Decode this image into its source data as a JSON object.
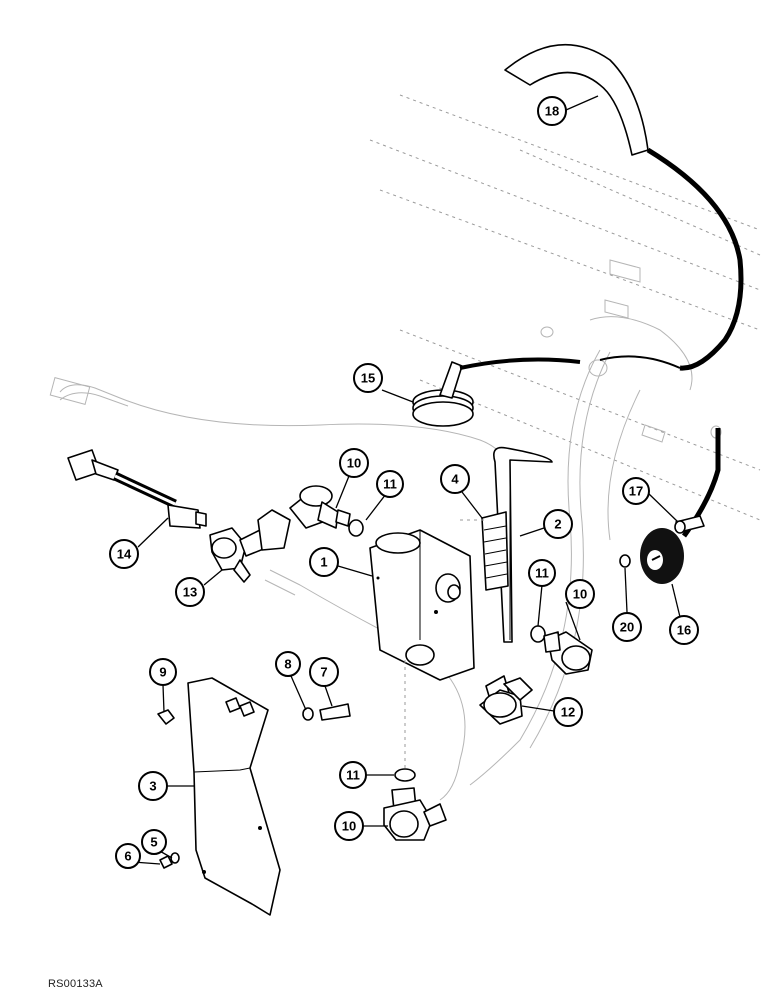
{
  "callouts": [
    {
      "id": "1",
      "label": "1"
    },
    {
      "id": "2",
      "label": "2"
    },
    {
      "id": "3",
      "label": "3"
    },
    {
      "id": "4",
      "label": "4"
    },
    {
      "id": "5",
      "label": "5"
    },
    {
      "id": "6",
      "label": "6"
    },
    {
      "id": "7",
      "label": "7"
    },
    {
      "id": "8",
      "label": "8"
    },
    {
      "id": "9",
      "label": "9"
    },
    {
      "id": "10a",
      "label": "10"
    },
    {
      "id": "10b",
      "label": "10"
    },
    {
      "id": "10c",
      "label": "10"
    },
    {
      "id": "11a",
      "label": "11"
    },
    {
      "id": "11b",
      "label": "11"
    },
    {
      "id": "11c",
      "label": "11"
    },
    {
      "id": "12",
      "label": "12"
    },
    {
      "id": "13",
      "label": "13"
    },
    {
      "id": "14",
      "label": "14"
    },
    {
      "id": "15",
      "label": "15"
    },
    {
      "id": "16",
      "label": "16"
    },
    {
      "id": "17",
      "label": "17"
    },
    {
      "id": "18",
      "label": "18"
    },
    {
      "id": "20",
      "label": "20"
    }
  ],
  "document_code": "RS00133A",
  "colors": {
    "line": "#000000",
    "ghost": "#9a9a9a",
    "background": "#ffffff"
  }
}
